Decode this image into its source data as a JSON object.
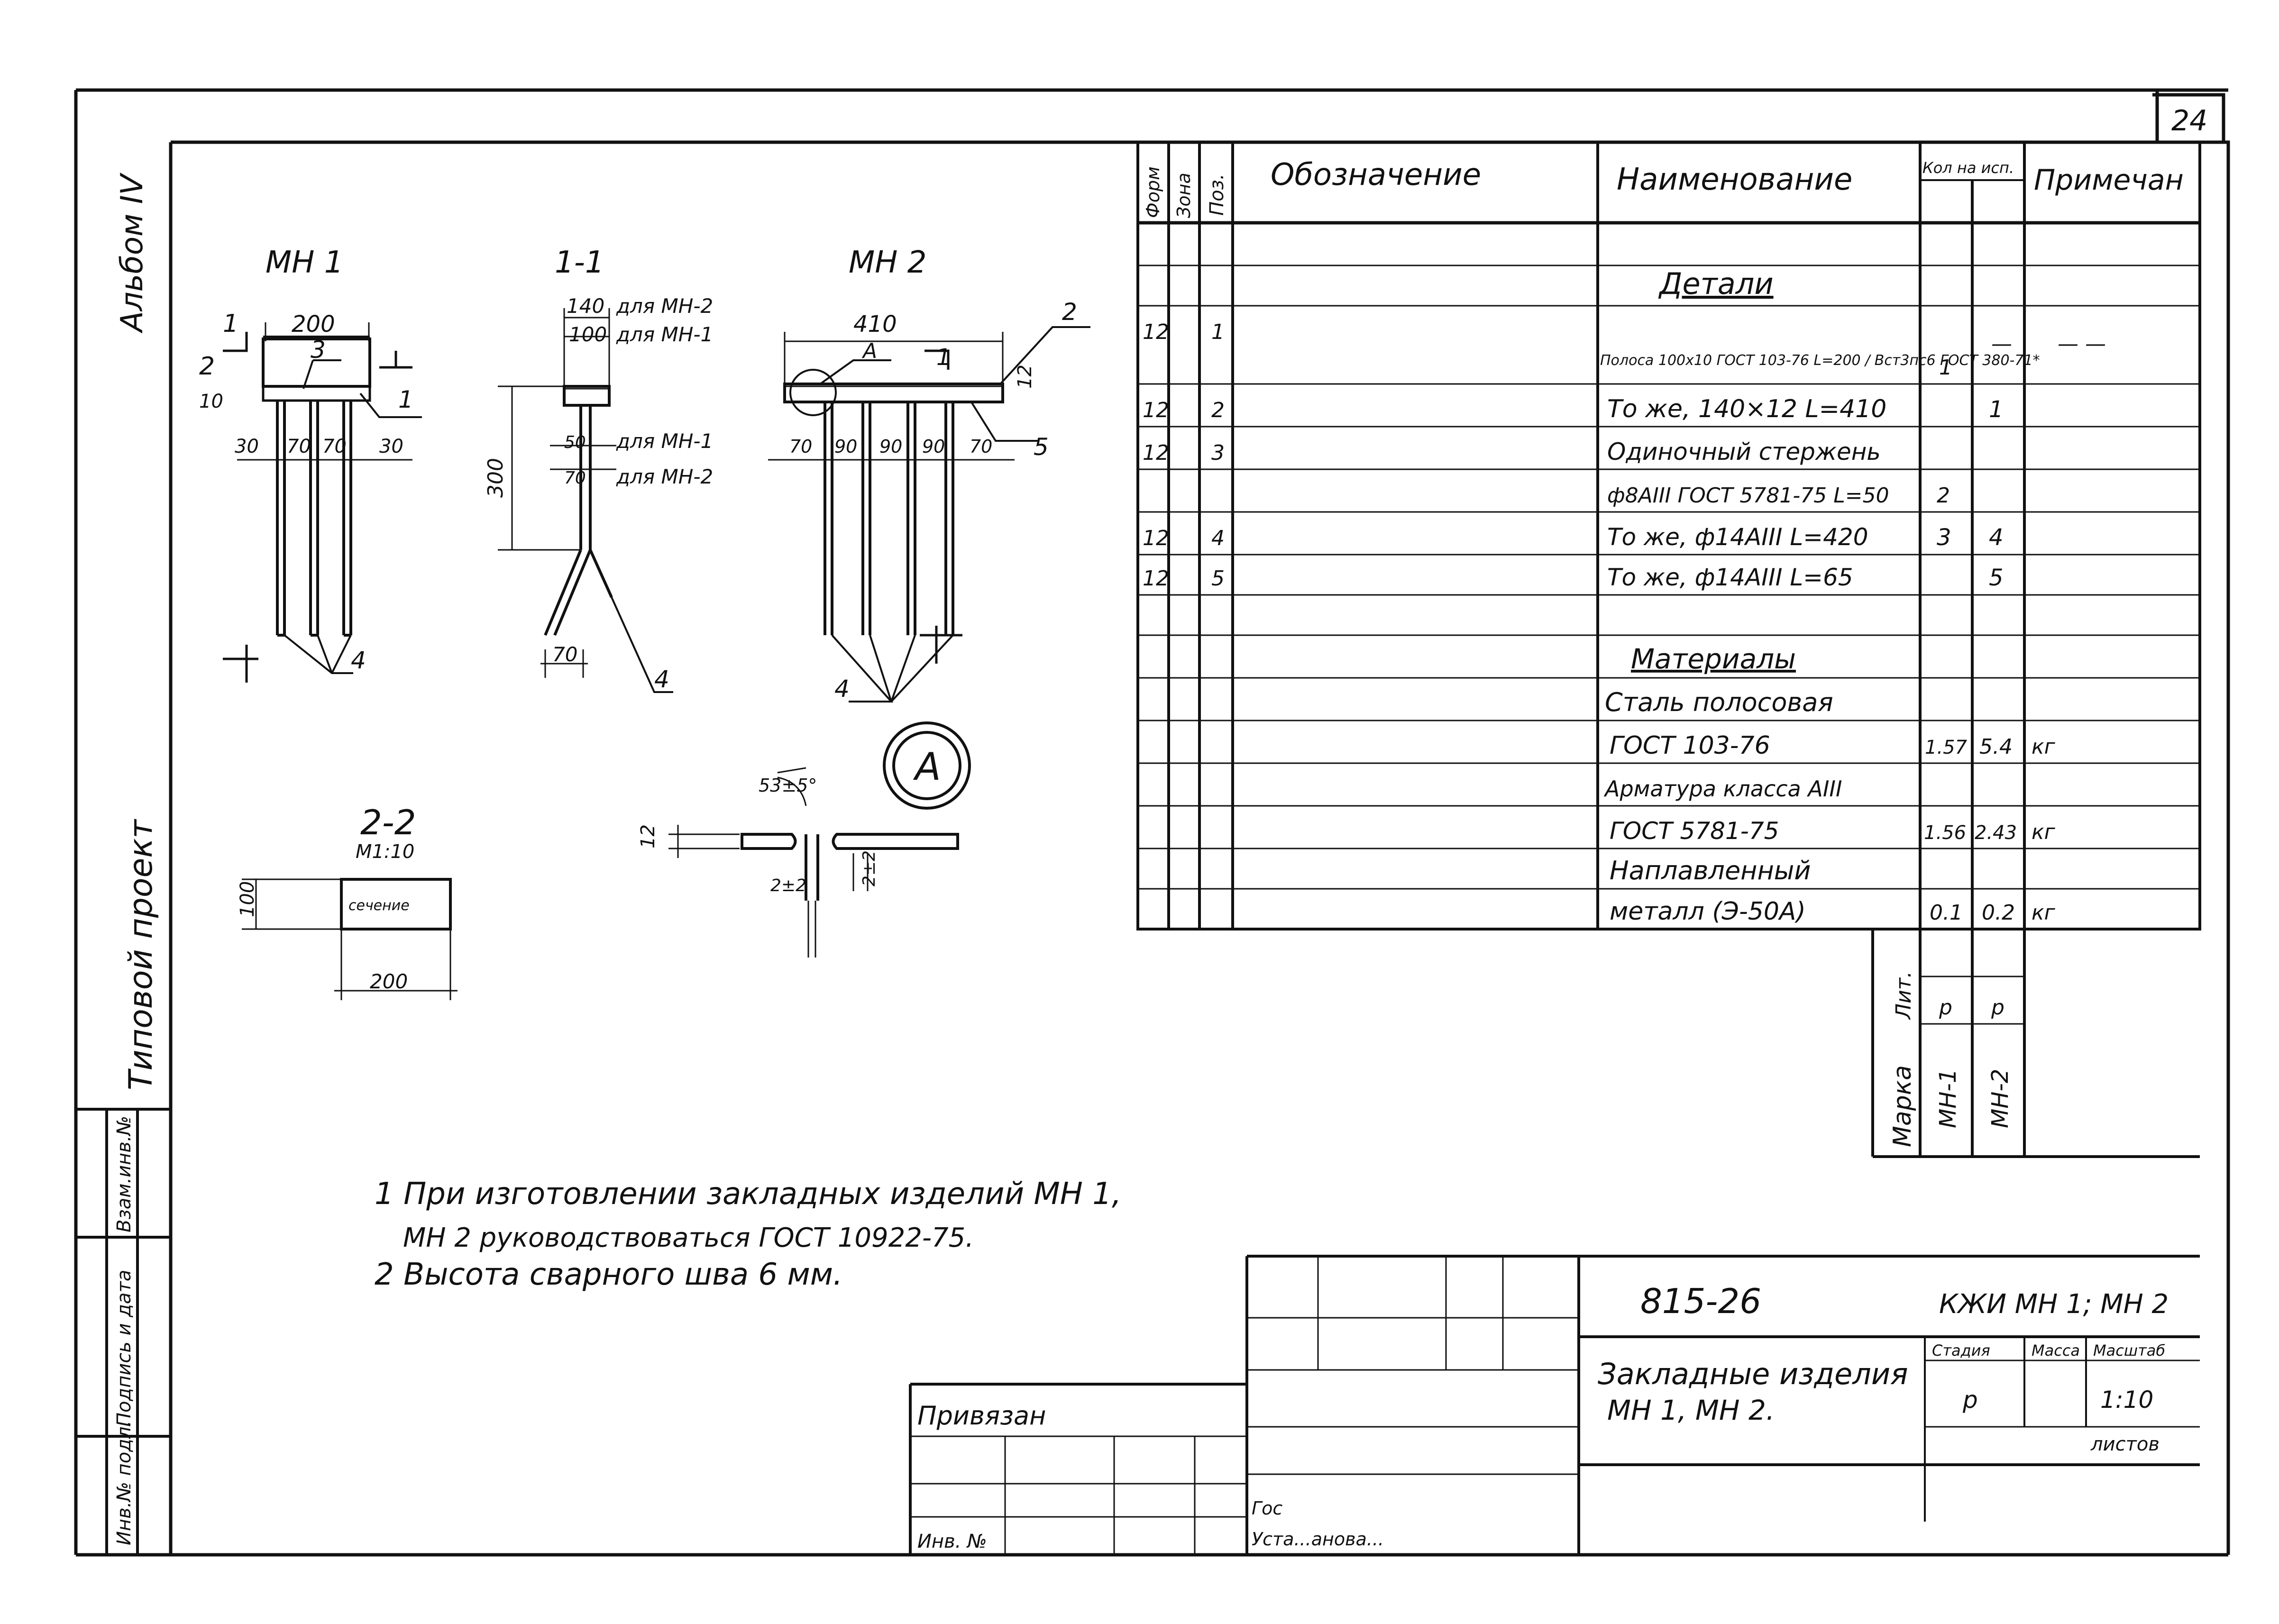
{
  "sheet": {
    "page_number": "24"
  },
  "side": {
    "album": "Альбом IV",
    "project": "Типовой проект",
    "stamp_cols": [
      "Взам.инв.№",
      "Подпись и дата",
      "Инв.№ подл."
    ]
  },
  "drawings": {
    "mn1": {
      "title": "МН 1",
      "width_label": "200",
      "thick_label": "10",
      "section_mark": "2",
      "cut_mark": "1",
      "callouts": [
        "3",
        "1",
        "4"
      ],
      "spacing": [
        "30",
        "70",
        "70",
        "30"
      ]
    },
    "sec11": {
      "title": "1-1",
      "dims": [
        "140",
        "100",
        "50",
        "70",
        "300",
        "70"
      ],
      "notes": [
        "для МН-2",
        "для МН-1",
        "для МН-1",
        "для МН-2"
      ],
      "callout": "4"
    },
    "mn2": {
      "title": "МН 2",
      "width_label": "410",
      "thick_label": "12",
      "detail_mark": "А",
      "cut_mark": "1",
      "callouts": [
        "2",
        "5",
        "4"
      ],
      "spacing": [
        "70",
        "90",
        "90",
        "90",
        "70"
      ]
    },
    "sec22": {
      "title": "2-2",
      "scale": "М1:10",
      "h_label": "100",
      "w_label": "200",
      "inner": "сечение"
    },
    "detail": {
      "mark": "А",
      "angle": "53±5°",
      "thick": "12",
      "gap1": "2±2",
      "gap2": "2±2"
    }
  },
  "spec": {
    "headers": [
      "Форм",
      "Зона",
      "Поз.",
      "Обозначение",
      "Наименование",
      "Кол на исп.",
      "Примечан"
    ],
    "rows": [
      {
        "f": "",
        "z": "",
        "pos": "",
        "des": "",
        "name": "Детали",
        "q1": "",
        "q2": "",
        "note": ""
      },
      {
        "f": "12",
        "z": "",
        "pos": "1",
        "des": "",
        "name": "Полоса 100х10 ГОСТ 103-76 L=200 / Вст3пс6 ГОСТ 380-71*",
        "q1": "1",
        "q2": "—",
        "note": "— —"
      },
      {
        "f": "12",
        "z": "",
        "pos": "2",
        "des": "",
        "name": "То же, 140×12 L=410",
        "q1": "",
        "q2": "1",
        "note": ""
      },
      {
        "f": "12",
        "z": "",
        "pos": "3",
        "des": "",
        "name": "Одиночный стержень",
        "q1": "",
        "q2": "",
        "note": ""
      },
      {
        "f": "",
        "z": "",
        "pos": "",
        "des": "",
        "name": "ф8АIII ГОСТ 5781-75 L=50",
        "q1": "2",
        "q2": "",
        "note": ""
      },
      {
        "f": "12",
        "z": "",
        "pos": "4",
        "des": "",
        "name": "То же, ф14АIII L=420",
        "q1": "3",
        "q2": "4",
        "note": ""
      },
      {
        "f": "12",
        "z": "",
        "pos": "5",
        "des": "",
        "name": "То же, ф14АIII L=65",
        "q1": "",
        "q2": "5",
        "note": ""
      },
      {
        "f": "",
        "z": "",
        "pos": "",
        "des": "",
        "name": "",
        "q1": "",
        "q2": "",
        "note": ""
      },
      {
        "f": "",
        "z": "",
        "pos": "",
        "des": "",
        "name": "Материалы",
        "q1": "",
        "q2": "",
        "note": ""
      },
      {
        "f": "",
        "z": "",
        "pos": "",
        "des": "",
        "name": "Сталь полосовая",
        "q1": "",
        "q2": "",
        "note": ""
      },
      {
        "f": "",
        "z": "",
        "pos": "",
        "des": "",
        "name": "ГОСТ 103-76",
        "q1": "1.57",
        "q2": "5.4",
        "note": "кг"
      },
      {
        "f": "",
        "z": "",
        "pos": "",
        "des": "",
        "name": "Арматура класса АIII",
        "q1": "",
        "q2": "",
        "note": ""
      },
      {
        "f": "",
        "z": "",
        "pos": "",
        "des": "",
        "name": "ГОСТ 5781-75",
        "q1": "1.56",
        "q2": "2.43",
        "note": "кг"
      },
      {
        "f": "",
        "z": "",
        "pos": "",
        "des": "",
        "name": "Наплавленный",
        "q1": "",
        "q2": "",
        "note": ""
      },
      {
        "f": "",
        "z": "",
        "pos": "",
        "des": "",
        "name": "металл (Э-50А)",
        "q1": "0.1",
        "q2": "0.2",
        "note": "кг"
      }
    ],
    "mark_block": {
      "lit_label": "Лит.",
      "mark_label": "Марка",
      "lit1": "р",
      "lit2": "р",
      "mark1": "МН-1",
      "mark2": "МН-2"
    }
  },
  "notes": [
    "1 При изготовлении закладных изделий МН 1,",
    "МН 2 руководствоваться ГОСТ 10922-75.",
    "2 Высота сварного шва 6 мм."
  ],
  "title_block": {
    "code": "815-26",
    "doc_code": "КЖИ МН 1; МН 2",
    "title_line1": "Закладные изделия",
    "title_line2": "МН 1, МН 2.",
    "col_stage": "Стадия",
    "col_mass": "Масса",
    "col_scale": "Масштаб",
    "stage_value": "р",
    "scale_value": "1:10",
    "sheets_label": "листов",
    "privyazan": "Привязан",
    "inv_label": "Инв. №",
    "sig1": "Гос",
    "sig2": "Уста...анова..."
  }
}
